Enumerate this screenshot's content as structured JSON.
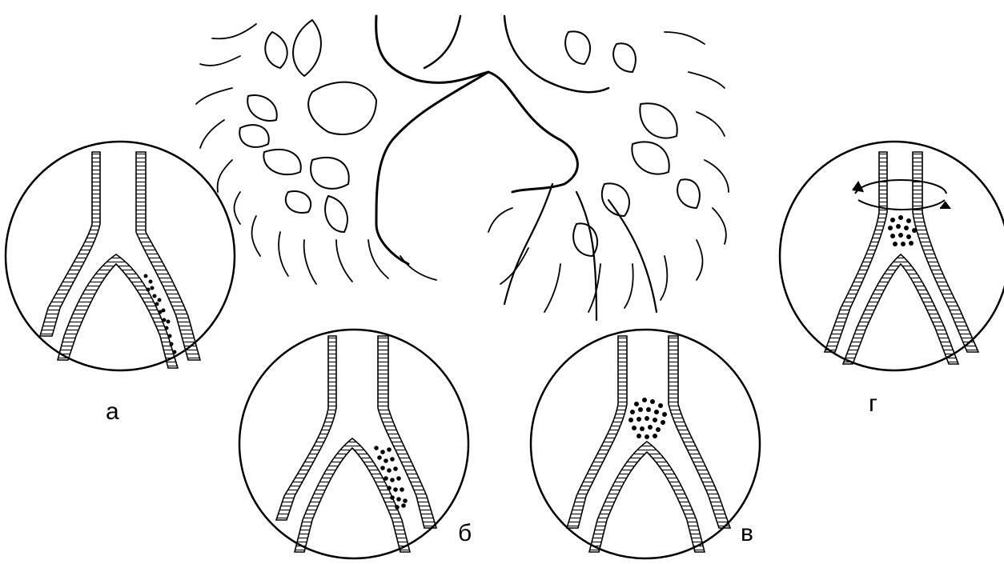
{
  "colors": {
    "ink": "#000000",
    "background": "#ffffff"
  },
  "panels": [
    {
      "id": "a",
      "label": "а",
      "plug": "elongated-along-right-branch"
    },
    {
      "id": "b",
      "label": "б",
      "plug": "clump-in-right-branch"
    },
    {
      "id": "v",
      "label": "в",
      "plug": "round-clump-at-bifurcation"
    },
    {
      "id": "g",
      "label": "г",
      "plug": "clump-below-rotation-arrow"
    }
  ],
  "icons": [
    "bronchial-tree-illustration",
    "rotation-arrow-icon"
  ]
}
